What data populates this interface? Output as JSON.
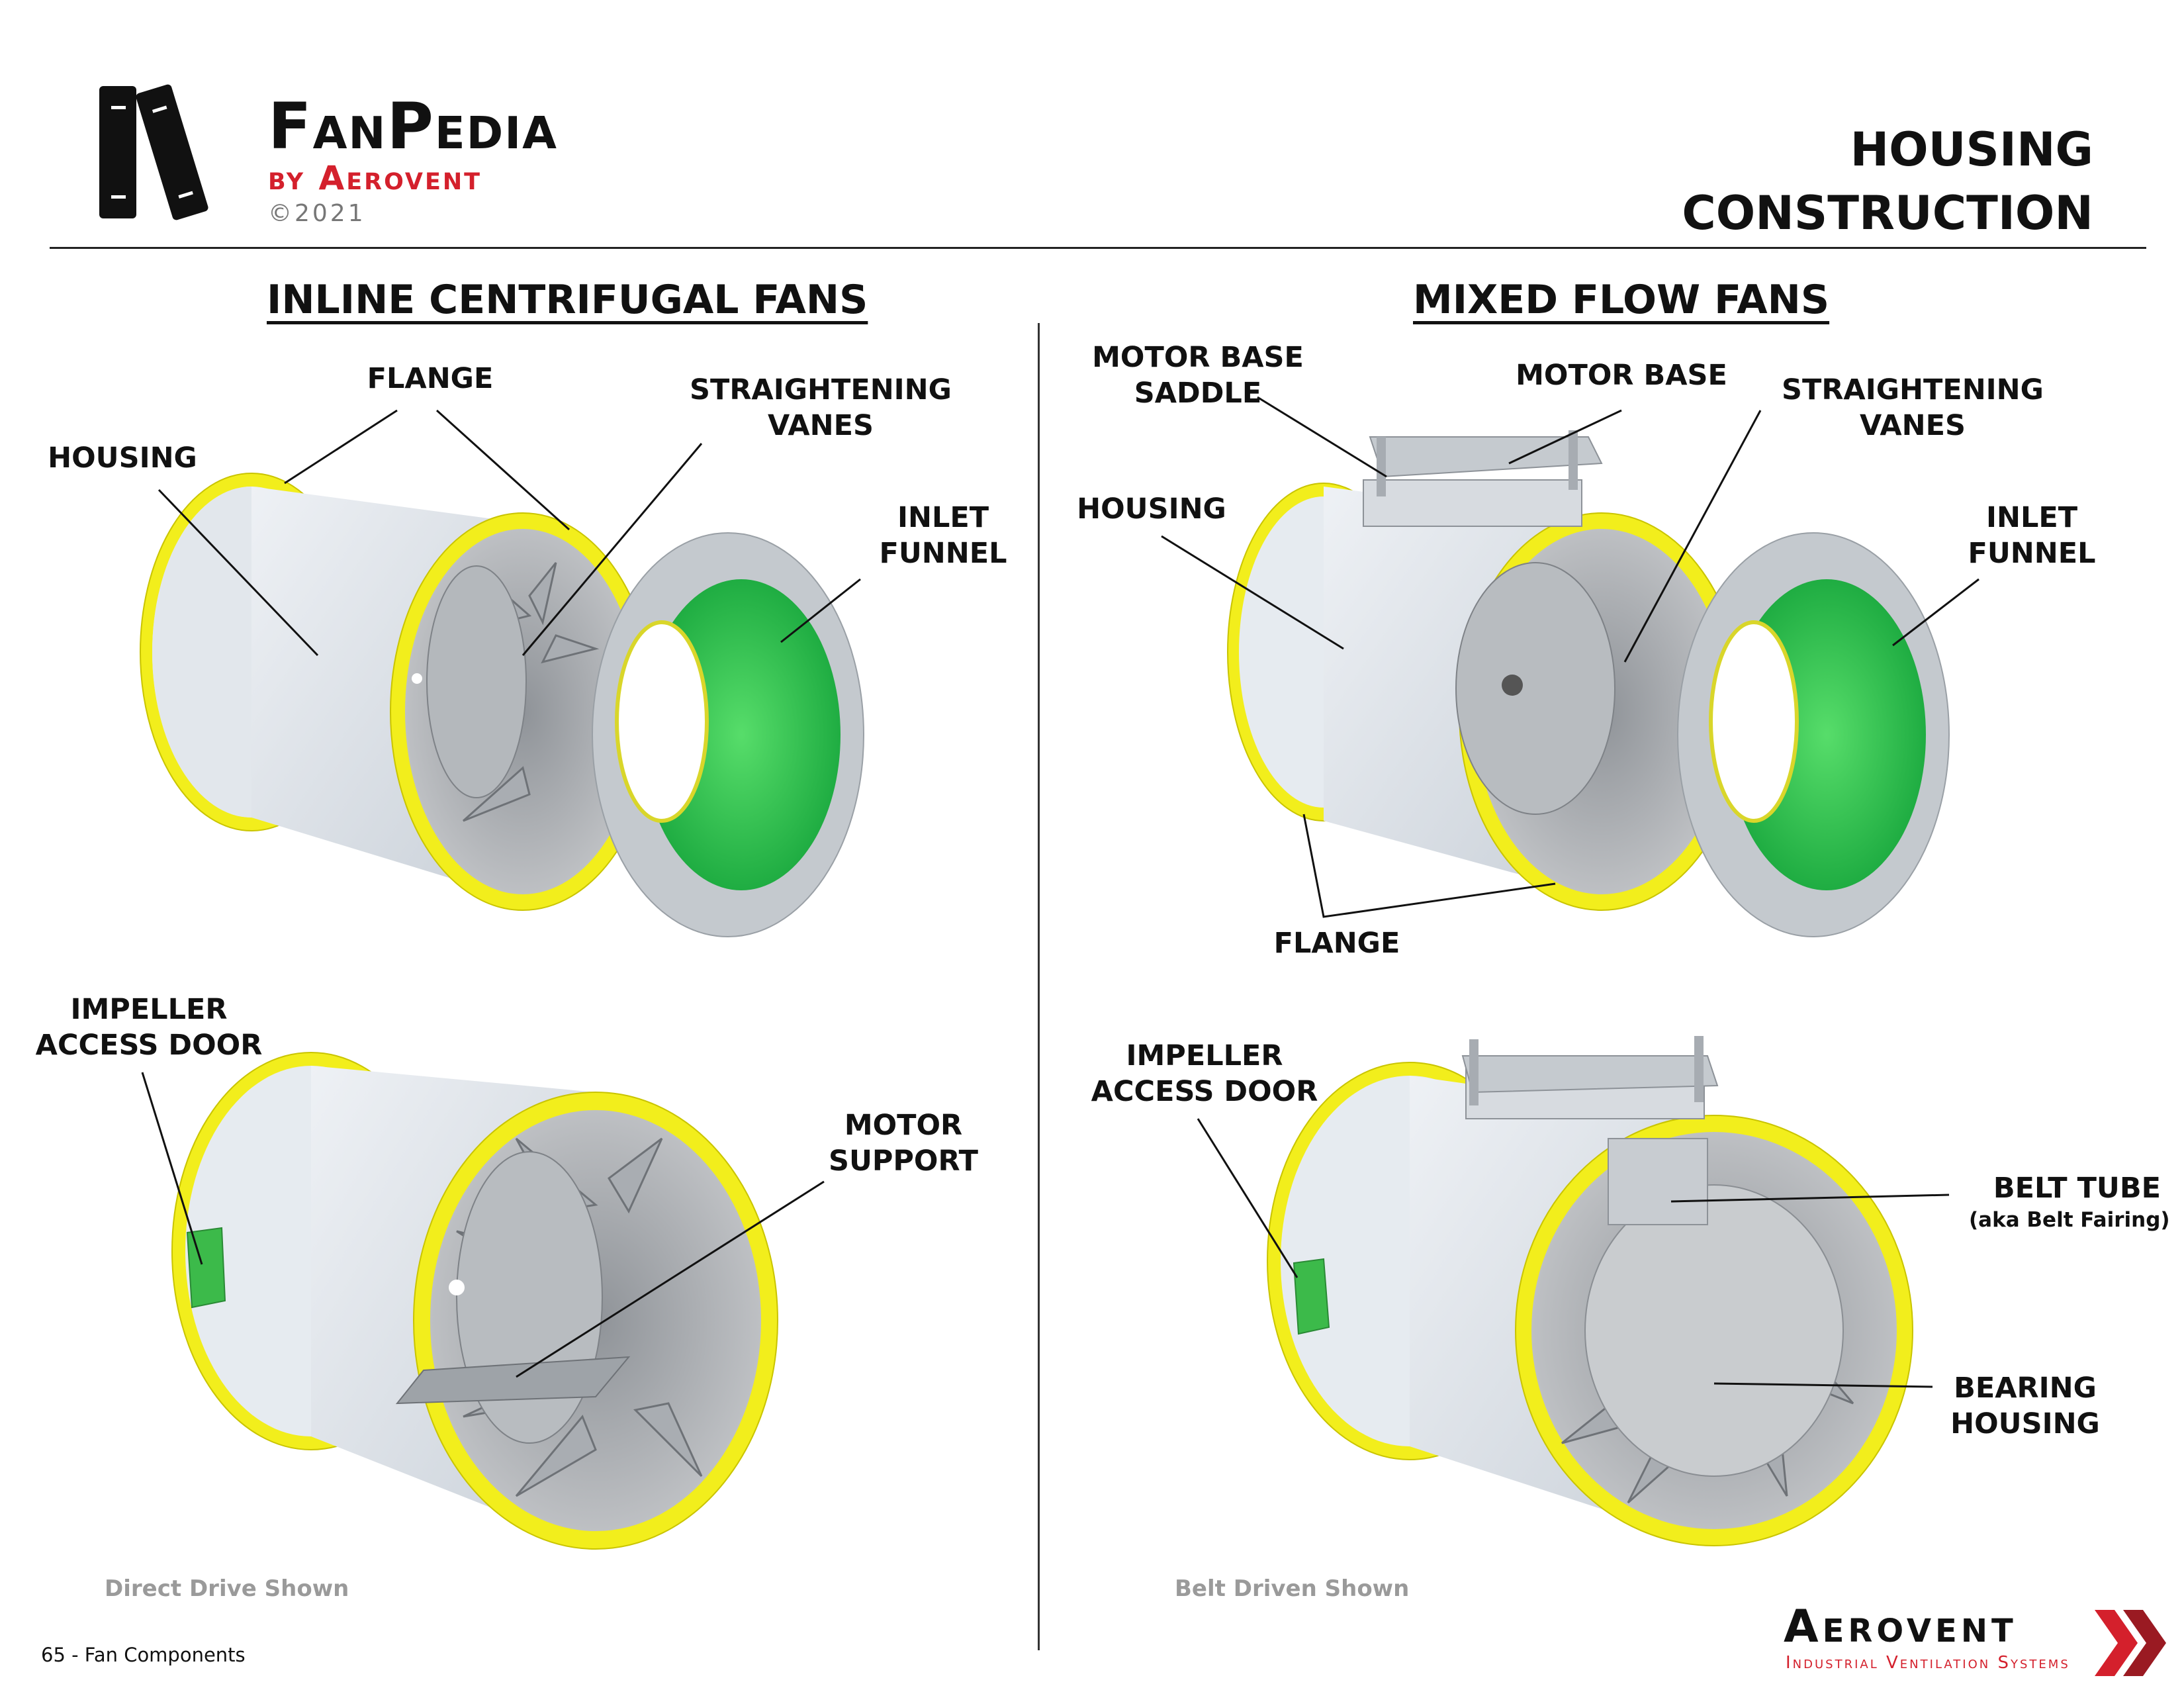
{
  "header": {
    "brand_title": "FanPedia",
    "brand_sub": "by Aerovent",
    "copyright": "©2021",
    "page_title_line1": "HOUSING",
    "page_title_line2": "CONSTRUCTION"
  },
  "sections": {
    "left_title": "INLINE CENTRIFUGAL FANS",
    "right_title": "MIXED FLOW FANS"
  },
  "labels": {
    "left_top": {
      "flange": "FLANGE",
      "housing": "HOUSING",
      "straightening_vanes": "STRAIGHTENING\nVANES",
      "inlet_funnel": "INLET\nFUNNEL"
    },
    "left_bottom": {
      "impeller_access_door": "IMPELLER\nACCESS DOOR",
      "motor_support": "MOTOR\nSUPPORT"
    },
    "right_top": {
      "motor_base_saddle": "MOTOR BASE\nSADDLE",
      "motor_base": "MOTOR BASE",
      "straightening_vanes": "STRAIGHTENING\nVANES",
      "housing": "HOUSING",
      "inlet_funnel": "INLET\nFUNNEL",
      "flange": "FLANGE"
    },
    "right_bottom": {
      "impeller_access_door": "IMPELLER\nACCESS DOOR",
      "belt_tube": "BELT TUBE",
      "belt_tube_note": "(aka Belt Fairing)",
      "bearing_housing": "BEARING\nHOUSING"
    }
  },
  "captions": {
    "left": "Direct Drive Shown",
    "right": "Belt Driven Shown"
  },
  "footer": {
    "page_ref": "65 - Fan Components",
    "company": "Aerovent",
    "tagline": "Industrial Ventilation Systems"
  },
  "colors": {
    "flange_yellow": "#f2ee1c",
    "funnel_green": "#22b848",
    "housing_gray": "#dde3ea",
    "accent_red": "#d4202c"
  }
}
